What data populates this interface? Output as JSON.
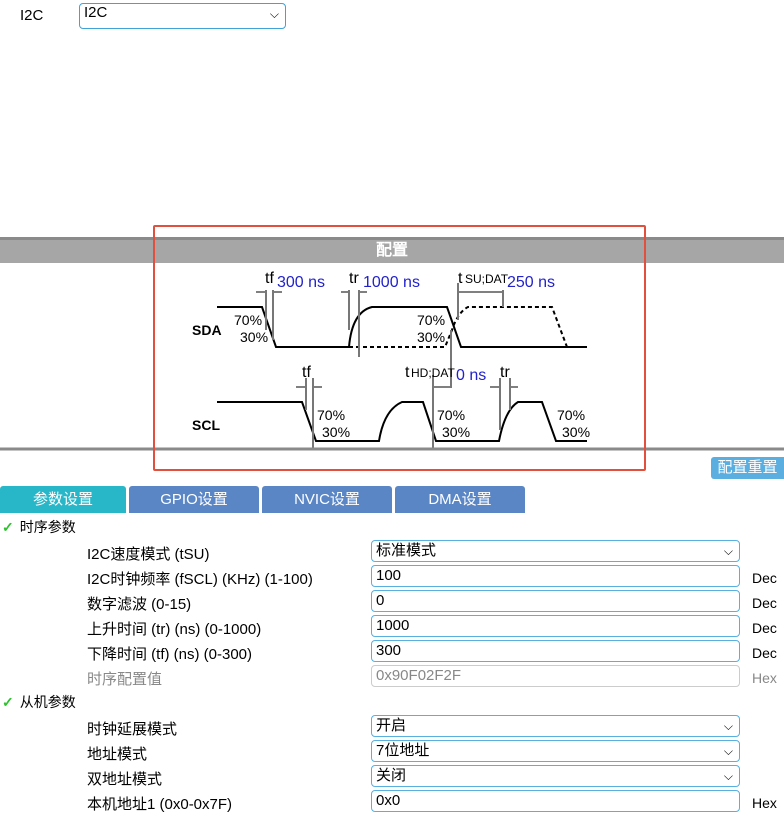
{
  "top": {
    "label": "I2C",
    "select_value": "I2C"
  },
  "diagram": {
    "header": "配置",
    "sda": "SDA",
    "scl": "SCL",
    "tf": "tf",
    "tr": "tr",
    "tf_value": "300 ns",
    "tr_value": "1000 ns",
    "tsu_label": "SU;DAT",
    "tsu_value": "250 ns",
    "thd_label": "HD;DAT",
    "thd_value": "0 ns",
    "p70": "70%",
    "p30": "30%",
    "t": "t"
  },
  "reset_button": "配置重置",
  "tabs": [
    "参数设置",
    "GPIO设置",
    "NVIC设置",
    "DMA设置"
  ],
  "sections": [
    {
      "title": "时序参数",
      "rows": [
        {
          "label": "I2C速度模式 (tSU)",
          "value": "标准模式",
          "type": "select",
          "unit": ""
        },
        {
          "label": "I2C时钟频率 (fSCL) (KHz) (1-100)",
          "value": "100",
          "type": "input",
          "unit": "Dec"
        },
        {
          "label": "数字滤波 (0-15)",
          "value": "0",
          "type": "input",
          "unit": "Dec"
        },
        {
          "label": "上升时间 (tr) (ns) (0-1000)",
          "value": "1000",
          "type": "input",
          "unit": "Dec"
        },
        {
          "label": "下降时间 (tf) (ns) (0-300)",
          "value": "300",
          "type": "input",
          "unit": "Dec"
        },
        {
          "label": "时序配置值",
          "value": "0x90F02F2F",
          "type": "disabled",
          "unit": "Hex"
        }
      ]
    },
    {
      "title": "从机参数",
      "rows": [
        {
          "label": "时钟延展模式",
          "value": "开启",
          "type": "select",
          "unit": ""
        },
        {
          "label": "地址模式",
          "value": "7位地址",
          "type": "select",
          "unit": ""
        },
        {
          "label": "双地址模式",
          "value": "关闭",
          "type": "select",
          "unit": ""
        },
        {
          "label": "本机地址1 (0x0-0x7F)",
          "value": "0x0",
          "type": "input",
          "unit": "Hex"
        }
      ]
    }
  ]
}
